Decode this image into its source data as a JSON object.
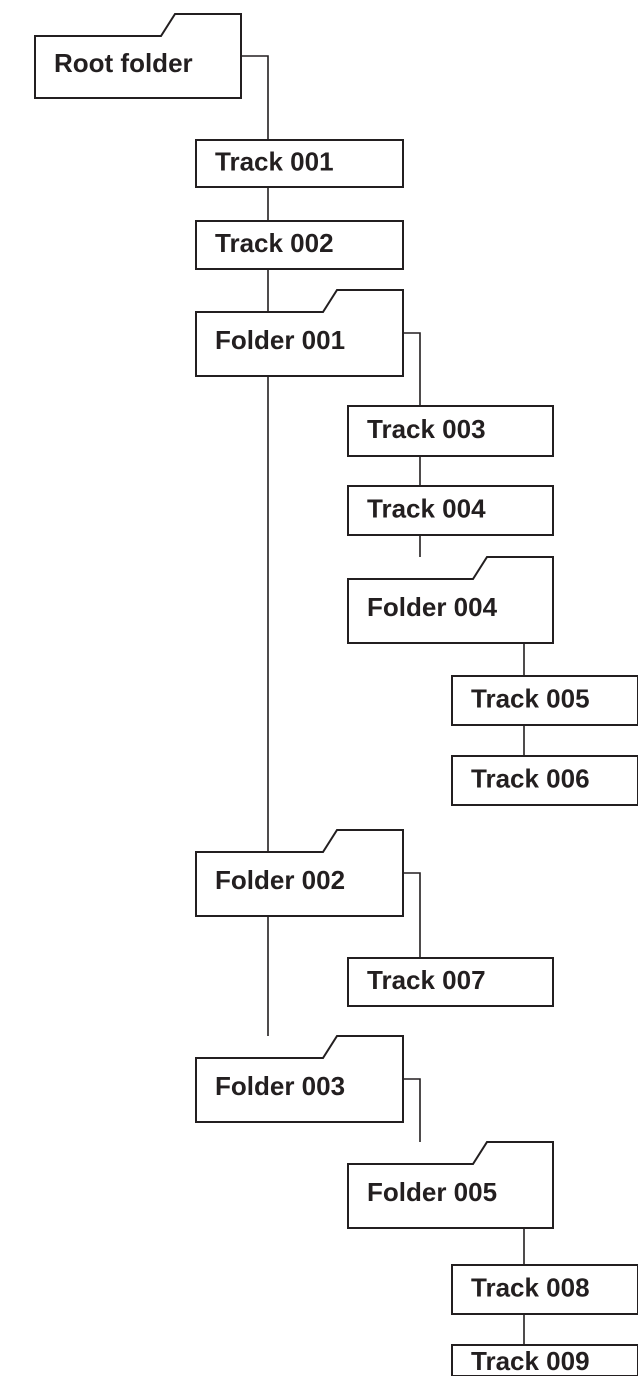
{
  "tree": {
    "nodes": [
      {
        "id": "root",
        "type": "folder",
        "label": "Root folder"
      },
      {
        "id": "t001",
        "type": "track",
        "label": "Track 001"
      },
      {
        "id": "t002",
        "type": "track",
        "label": "Track 002"
      },
      {
        "id": "f001",
        "type": "folder",
        "label": "Folder 001"
      },
      {
        "id": "t003",
        "type": "track",
        "label": "Track 003"
      },
      {
        "id": "t004",
        "type": "track",
        "label": "Track 004"
      },
      {
        "id": "f004",
        "type": "folder",
        "label": "Folder 004"
      },
      {
        "id": "t005",
        "type": "track",
        "label": "Track 005"
      },
      {
        "id": "t006",
        "type": "track",
        "label": "Track 006"
      },
      {
        "id": "f002",
        "type": "folder",
        "label": "Folder 002"
      },
      {
        "id": "t007",
        "type": "track",
        "label": "Track 007"
      },
      {
        "id": "f003",
        "type": "folder",
        "label": "Folder 003"
      },
      {
        "id": "f005",
        "type": "folder",
        "label": "Folder 005"
      },
      {
        "id": "t008",
        "type": "track",
        "label": "Track 008"
      },
      {
        "id": "t009",
        "type": "track",
        "label": "Track 009"
      }
    ],
    "edges": [
      [
        "root",
        "t001"
      ],
      [
        "root",
        "t002"
      ],
      [
        "root",
        "f001"
      ],
      [
        "root",
        "f002"
      ],
      [
        "root",
        "f003"
      ],
      [
        "f001",
        "t003"
      ],
      [
        "f001",
        "t004"
      ],
      [
        "f001",
        "f004"
      ],
      [
        "f004",
        "t005"
      ],
      [
        "f004",
        "t006"
      ],
      [
        "f002",
        "t007"
      ],
      [
        "f003",
        "f005"
      ],
      [
        "f005",
        "t008"
      ],
      [
        "f005",
        "t009"
      ]
    ]
  },
  "colors": {
    "line": "#231f20",
    "fill": "#ffffff"
  }
}
